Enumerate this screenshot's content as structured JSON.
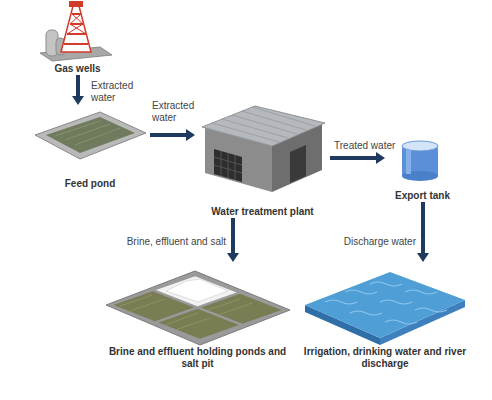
{
  "diagram": {
    "nodes": [
      {
        "text": [
          "Gas wells"
        ]
      },
      {
        "text": [
          "Feed pond"
        ]
      },
      {
        "text": [
          "Water treatment plant"
        ]
      },
      {
        "text": [
          "Export tank"
        ]
      },
      {
        "text": [
          "Brine and effluent holding ponds and salt pit"
        ]
      },
      {
        "text": [
          "Irrigation, drinking water and river discharge"
        ]
      }
    ],
    "edges": [
      {
        "from": 0,
        "to": 1,
        "label": "Extracted water",
        "arrow": "to"
      },
      {
        "from": 1,
        "to": 2,
        "label": "Extracted water",
        "arrow": "to"
      },
      {
        "from": 2,
        "to": 3,
        "label": "Treated water",
        "arrow": "to"
      },
      {
        "from": 2,
        "to": 4,
        "label": "Brine, effluent and salt",
        "arrow": "to"
      },
      {
        "from": 3,
        "to": 5,
        "label": "Discharge water",
        "arrow": "to"
      }
    ]
  }
}
